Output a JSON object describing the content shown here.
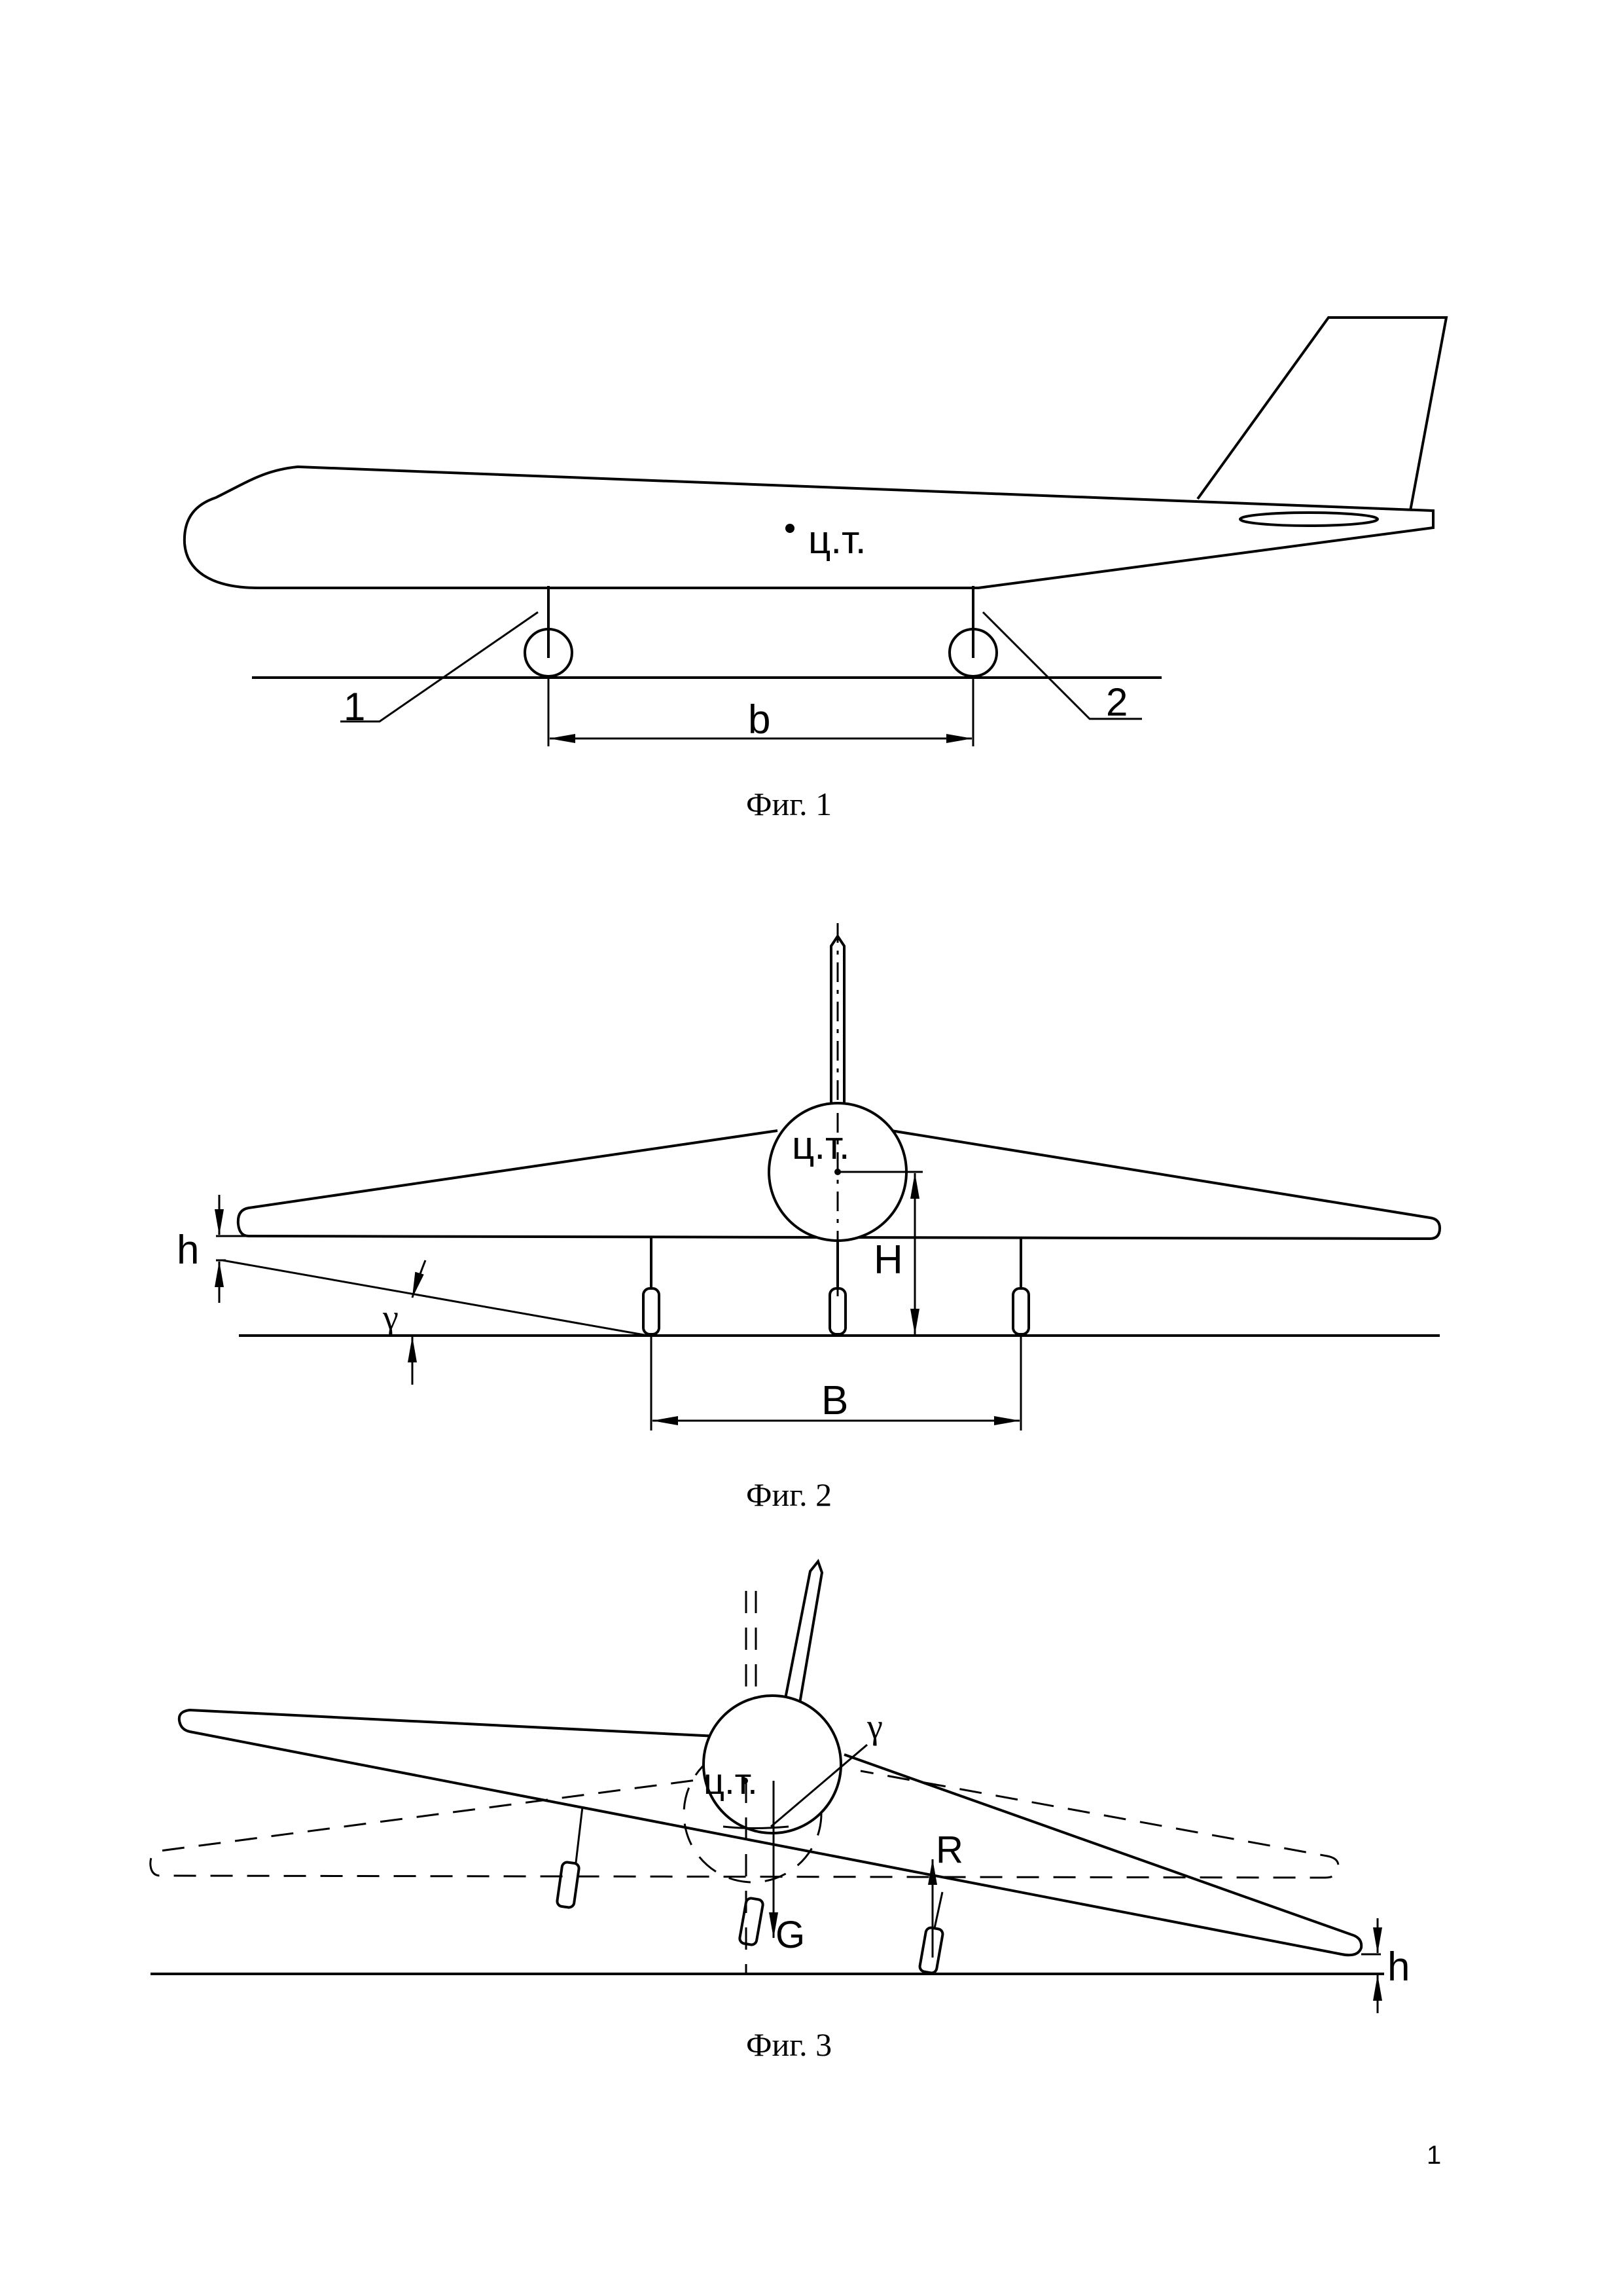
{
  "fig1": {
    "cg_label": "ц.т.",
    "callout_1": "1",
    "callout_2": "2",
    "dim_label": "b",
    "caption": "Фиг. 1"
  },
  "fig2": {
    "cg_label": "ц.т.",
    "dim_h": "h",
    "dim_H": "H",
    "angle": "γ",
    "dim_B": "B",
    "caption": "Фиг. 2"
  },
  "fig3": {
    "cg_label": "ц.т.",
    "angle": "γ",
    "force_R": "R",
    "force_G": "G",
    "dim_h": "h",
    "caption": "Фиг. 3"
  },
  "page_number": "1"
}
